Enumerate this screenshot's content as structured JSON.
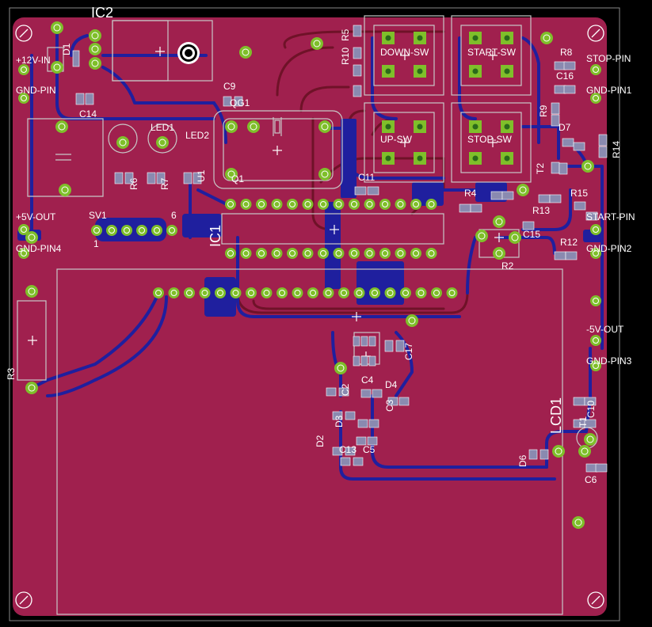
{
  "board": {
    "colors": {
      "background": "#000000",
      "copper_top": "#a0204e",
      "copper_bottom": "#1f1f9e",
      "silkscreen": "#c8c8c8",
      "pad": "#7fbf2a"
    }
  },
  "labels": {
    "ic2": "IC2",
    "d1": "D1",
    "p12v_in": "+12V-IN",
    "gnd_pin": "GND-PIN",
    "c14": "C14",
    "c9": "C9",
    "qg1": "QG1",
    "q1": "Q1",
    "led2": "LED2",
    "led1": "LED1",
    "r6": "R6",
    "r7": "R7",
    "u1": "U1",
    "r5": "R5",
    "r10": "R10",
    "down_sw": "DOWN-SW",
    "start_sw": "START-SW",
    "up_sw": "UP-SW",
    "stop_sw": "STOP-SW",
    "r8": "R8",
    "stop_pin": "STOP-PIN",
    "c16": "C16",
    "gnd_pin1": "GND-PIN1",
    "r9": "R9",
    "d7": "D7",
    "r14": "R14",
    "t2": "T2",
    "r15": "R15",
    "c11": "C11",
    "r4": "R4",
    "r13": "R13",
    "start_pin": "START-PIN",
    "c15": "C15",
    "r12": "R12",
    "gnd_pin2": "GND-PIN2",
    "r2": "R2",
    "p5v_out": "+5V-OUT",
    "sv1": "SV1",
    "sv1_pin1": "1",
    "sv1_pin6": "6",
    "ic1": "IC1",
    "gnd_pin4": "GND-PIN4",
    "m5v_out": "-5V-OUT",
    "gnd_pin3": "GND-PIN3",
    "r3": "R3",
    "c17": "C17",
    "c4": "C4",
    "d4": "D4",
    "d3": "D3",
    "d2": "D2",
    "c3": "C3",
    "c5": "C5",
    "c13": "C13",
    "c2": "C2",
    "lcd1": "LCD1",
    "d6": "D6",
    "c6": "C6",
    "c10": "C10",
    "t1": "T1"
  }
}
